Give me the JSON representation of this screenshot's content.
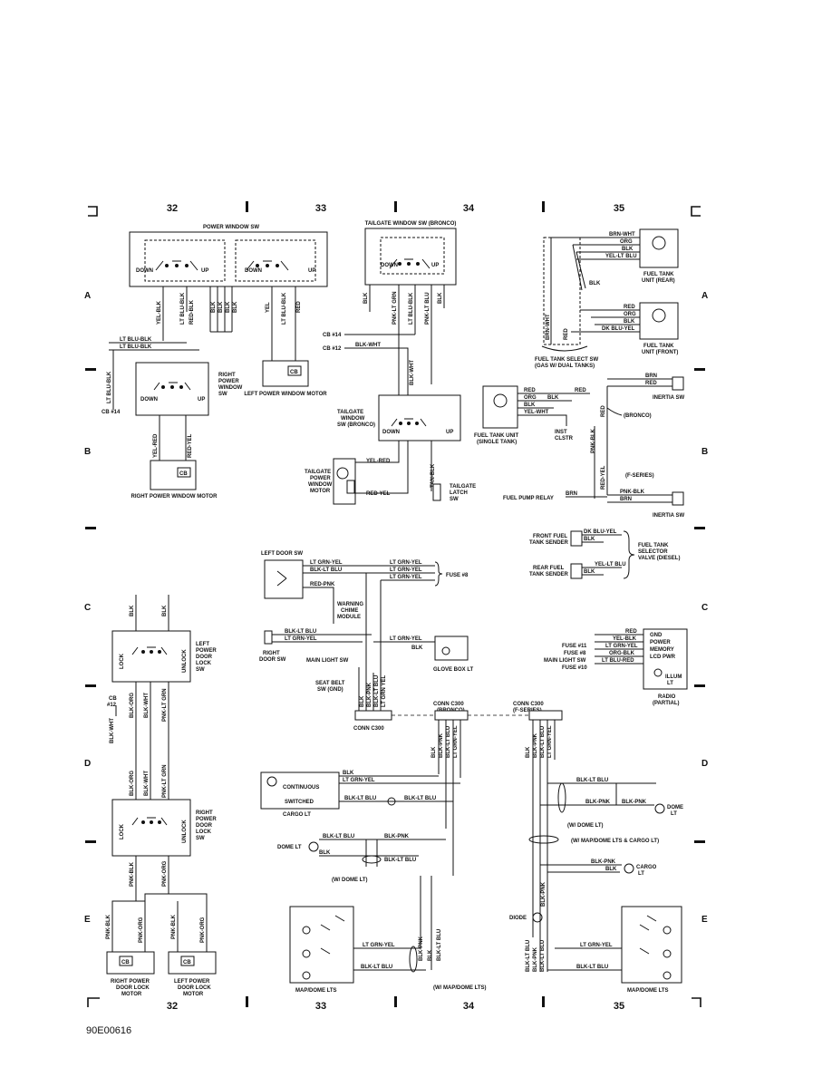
{
  "zones": [
    "32",
    "33",
    "34",
    "35"
  ],
  "rows": [
    "A",
    "B",
    "C",
    "D",
    "E"
  ],
  "doc_id": "90E00616",
  "components": {
    "power_window_sw": "POWER WINDOW SW",
    "tailgate_window_sw": "TAILGATE WINDOW SW (BRONCO)",
    "down": "DOWN",
    "up": "UP",
    "right_power_window_sw": [
      "RIGHT",
      "POWER",
      "WINDOW",
      "SW"
    ],
    "left_power_window_motor": "LEFT POWER WINDOW MOTOR",
    "right_power_window_motor": "RIGHT POWER WINDOW MOTOR",
    "tailgate_window_sw_bronco": [
      "TAILGATE",
      "WINDOW",
      "SW (BRONCO)"
    ],
    "tailgate_power_window_motor": [
      "TAILGATE",
      "POWER",
      "WINDOW",
      "MOTOR"
    ],
    "tailgate_latch_sw": [
      "TAILGATE",
      "LATCH",
      "SW"
    ],
    "fuel_tank_unit_rear": [
      "FUEL TANK",
      "UNIT (REAR)"
    ],
    "fuel_tank_unit_front": [
      "FUEL TANK",
      "UNIT (FRONT)"
    ],
    "fuel_tank_select_sw": [
      "FUEL TANK SELECT SW",
      "(GAS W/ DUAL TANKS)"
    ],
    "fuel_tank_unit_single": [
      "FUEL TANK UNIT",
      "(SINGLE TANK)"
    ],
    "inst_clstr": [
      "INST",
      "CLSTR"
    ],
    "inertia_sw": "INERTIA SW",
    "bronco": "(BRONCO)",
    "f_series": "(F-SERIES)",
    "fuel_pump_relay": "FUEL PUMP RELAY",
    "front_fuel_tank_sender": [
      "FRONT FUEL",
      "TANK SENDER"
    ],
    "rear_fuel_tank_sender": [
      "REAR FUEL",
      "TANK SENDER"
    ],
    "fuel_tank_selector_valve": [
      "FUEL TANK",
      "SELECTOR",
      "VALVE (DIESEL)"
    ],
    "left_door_sw": "LEFT DOOR SW",
    "fuse_8": "FUSE #8",
    "warning_chime": [
      "WARNING",
      "CHIME",
      "MODULE"
    ],
    "right_door_sw": [
      "RIGHT",
      "DOOR SW"
    ],
    "main_light_sw": "MAIN LIGHT SW",
    "glove_box_lt": "GLOVE BOX LT",
    "seat_belt_sw": [
      "SEAT BELT",
      "SW (GND)"
    ],
    "conn_c300": "CONN C300",
    "conn_c300_bronco": [
      "CONN C300",
      "(BRONCO)"
    ],
    "conn_c300_fseries": [
      "CONN C300",
      "(F-SERIES)"
    ],
    "left_power_door_lock_sw": [
      "LEFT",
      "POWER",
      "DOOR",
      "LOCK",
      "SW"
    ],
    "right_power_door_lock_sw": [
      "RIGHT",
      "POWER",
      "DOOR",
      "LOCK",
      "SW"
    ],
    "lock": "LOCK",
    "unlock": "UNLOCK",
    "right_power_door_lock_motor": [
      "RIGHT POWER",
      "DOOR LOCK",
      "MOTOR"
    ],
    "left_power_door_lock_motor": [
      "LEFT POWER",
      "DOOR LOCK",
      "MOTOR"
    ],
    "cb": "CB",
    "cb14": "CB #14",
    "cb12": "CB #12",
    "cb12_split": [
      "CB",
      "#12"
    ],
    "continuous": "CONTINUOUS",
    "switched": "SWITCHED",
    "cargo_lt": "CARGO LT",
    "dome_lt": "DOME LT",
    "dome_lt_split": [
      "DOME",
      "LT"
    ],
    "cargo_lt_split": [
      "CARGO",
      "LT"
    ],
    "w_dome_lt": "(W/ DOME LT)",
    "w_map_dome_cargo": "(W/ MAP/DOME LTS & CARGO LT)",
    "w_map_dome": "(W/ MAP/DOME LTS)",
    "map_dome_lts": "MAP/DOME LTS",
    "diode": "DIODE",
    "radio": [
      "RADIO",
      "(PARTIAL)"
    ],
    "radio_pins": [
      "GND",
      "POWER",
      "MEMORY",
      "LCD PWR"
    ],
    "illum_lt": [
      "ILLUM",
      "LT"
    ],
    "fuse_11": "FUSE #11",
    "fuse_8_radio": "FUSE #8",
    "main_light_sw_radio": "MAIN LIGHT SW",
    "fuse_10": "FUSE #10"
  },
  "wires": {
    "yel_blk": "YEL-BLK",
    "lt_blu_blk": "LT BLU-BLK",
    "red_blk": "RED-BLK",
    "blk": "BLK",
    "yel": "YEL",
    "red": "RED",
    "yel_red": "YEL-RED",
    "red_yel": "RED-YEL",
    "pnk_lt_grn": "PNK-LT GRN",
    "lt_blu_blk_t": "LT BLU-BLK",
    "pnk_lt_blu": "PNK-LT BLU",
    "blk_wht": "BLK-WHT",
    "tan_blk": "TAN-BLK",
    "brn_wht": "BRN-WHT",
    "org": "ORG",
    "yel_lt_blu": "YEL-LT BLU",
    "dk_blu_yel": "DK BLU-YEL",
    "brn": "BRN",
    "yel_wht": "YEL-WHT",
    "pnk_blk": "PNK-BLK",
    "red_yel_v": "RED-YEL",
    "lt_grn_yel": "LT GRN-YEL",
    "blk_lt_blu": "BLK-LT BLU",
    "red_pnk": "RED-PNK",
    "blk_pnk": "BLK-PNK",
    "blk_org": "BLK-ORG",
    "pnk_org": "PNK-ORG",
    "org_blk": "ORG-BLK",
    "lt_blu_red": "LT BLU-RED",
    "yel_blk_r": "YEL-BLK",
    "lt_grn_yel_r": "LT GRN-YEL",
    "lt_grn_yel_v": "LT GRN YEL"
  }
}
